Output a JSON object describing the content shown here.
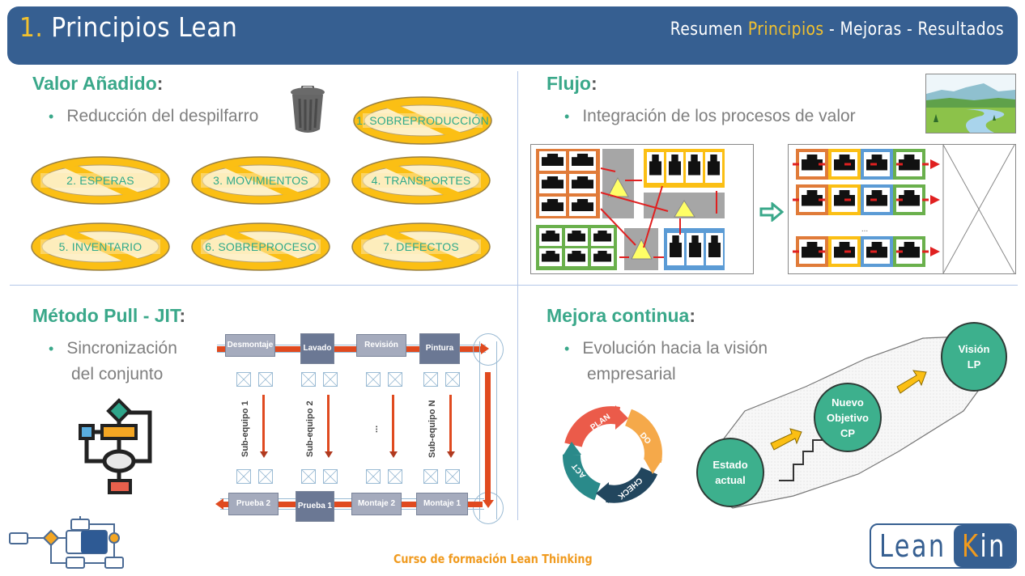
{
  "header": {
    "title_number": "1.",
    "title_text": "Principios Lean",
    "nav_part1": "Resumen ",
    "nav_active": "Principios",
    "nav_part2": " - Mejoras - Resultados"
  },
  "colors": {
    "header_bg": "#365f91",
    "accent_yellow": "#f2c12e",
    "section_green": "#3aa88a",
    "footer_orange": "#f09a1e"
  },
  "valor": {
    "title": "Valor Añadido",
    "colon": ":",
    "bullet": "Reducción del despilfarro",
    "icon": "trash-can-icon",
    "wastes": [
      "1. SOBREPRODUCCIÓN",
      "2. ESPERAS",
      "3. MOVIMIENTOS",
      "4. TRANSPORTES",
      "5. INVENTARIO",
      "6. SOBREPROCESO",
      "7. DEFECTOS"
    ]
  },
  "flujo": {
    "title": "Flujo",
    "colon": ":",
    "bullet": "Integración de los procesos de valor",
    "icon": "landscape-river-icon",
    "ellipsis": "..."
  },
  "pull": {
    "title": "Método Pull - JIT",
    "colon": ":",
    "bullet_line1": "Sincronización",
    "bullet_line2": "del conjunto",
    "top_processes": [
      "Desmontaje",
      "Lavado",
      "Revisión",
      "Pintura"
    ],
    "bottom_processes": [
      "Prueba 2",
      "Prueba 1",
      "Montaje 2",
      "Montaje 1"
    ],
    "subteams": [
      "Sub-equipo 1",
      "Sub-equipo 2",
      "...",
      "Sub-equipo N"
    ]
  },
  "mejora": {
    "title": "Mejora continua",
    "colon": ":",
    "bullet_line1": "Evolución hacia la visión",
    "bullet_line2": "empresarial",
    "pdca": [
      "PLAN",
      "DO",
      "CHECK",
      "ACT"
    ],
    "stages": {
      "estado": "Estado actual",
      "nuevo": "Nuevo Objetivo CP",
      "vision": "Visión LP"
    }
  },
  "footer": {
    "course": "Curso de formación Lean Thinking",
    "logo_lean": "Lean",
    "logo_k": "K",
    "logo_in": "in"
  }
}
